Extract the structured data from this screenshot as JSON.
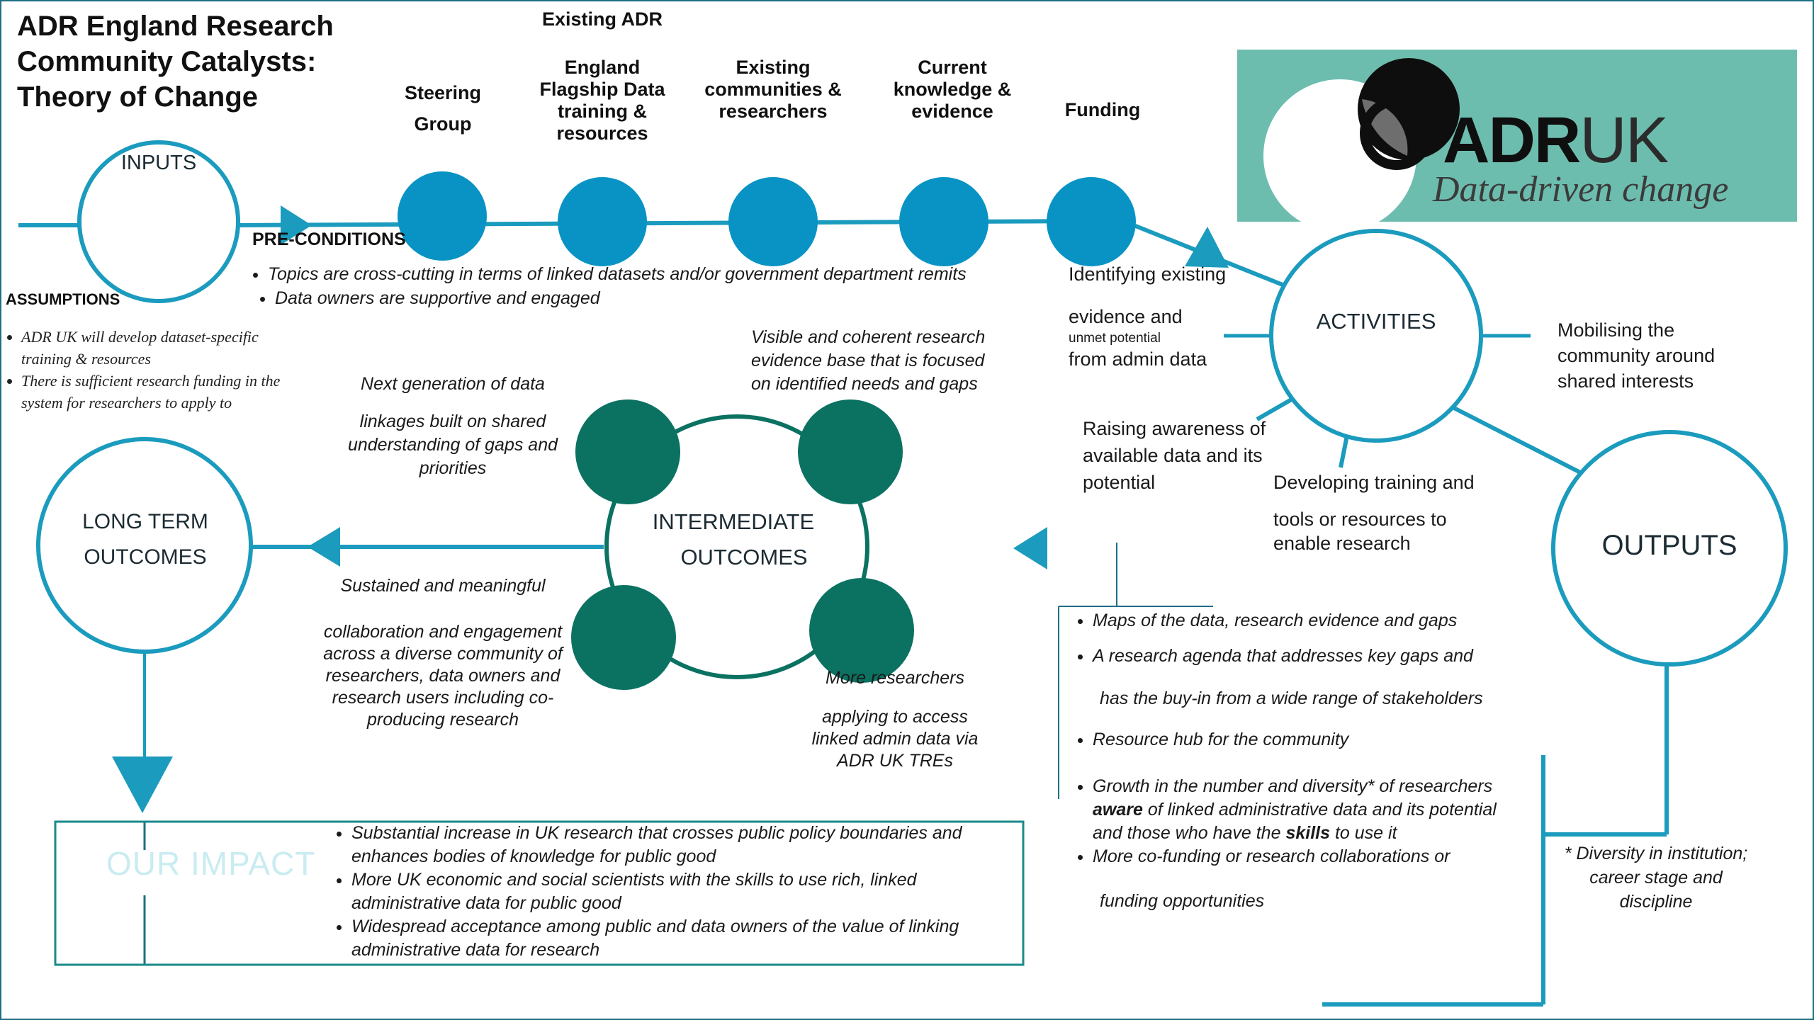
{
  "title": "ADR England Research Community Catalysts: Theory of Change",
  "inputs": {
    "label": "INPUTS",
    "items": [
      {
        "label": "Steering Group"
      },
      {
        "label_top": "Existing ADR",
        "label": "England Flagship Data training & resources"
      },
      {
        "label": "Existing communities & researchers"
      },
      {
        "label": "Current knowledge & evidence"
      },
      {
        "label": "Funding"
      }
    ]
  },
  "preconditions": {
    "heading": "PRE-CONDITIONS",
    "items": [
      "Topics are cross-cutting in terms of linked datasets and/or government department remits",
      "Data owners are supportive and engaged"
    ]
  },
  "assumptions": {
    "heading": "ASSUMPTIONS",
    "items": [
      "ADR UK will develop dataset-specific training & resources",
      "There is sufficient research funding in the system for researchers to apply to"
    ]
  },
  "logo": {
    "brand_bold": "ADR",
    "brand_light": "UK",
    "tagline": "Data-driven change"
  },
  "activities": {
    "label": "ACTIVITIES",
    "items": {
      "identifying_1": "Identifying existing",
      "identifying_2": "evidence and",
      "identifying_3": "unmet potential",
      "identifying_4": "from admin data",
      "mobilising": "Mobilising the community around shared interests",
      "raising": "Raising awareness of available data and its potential",
      "developing_1": "Developing training and",
      "developing_2": "tools or resources to enable research"
    }
  },
  "outputs": {
    "label": "OUTPUTS",
    "items": [
      "Maps of the data, research evidence and gaps",
      "A research agenda that addresses key gaps and",
      "has the buy-in from a wide range of stakeholders",
      "Resource hub for the community",
      "Growth in the number and diversity* of researchers",
      "aware",
      "of linked administrative data and its potential and those who have the",
      "skills",
      "to use it",
      "More co-funding or research collaborations or",
      "funding opportunities"
    ],
    "footnote": "* Diversity in institution; career stage and discipline"
  },
  "intermediate": {
    "label_1": "INTERMEDIATE",
    "label_2": "OUTCOMES",
    "visible": "Visible and coherent research evidence base that is focused on identified needs and gaps",
    "next_gen_1": "Next generation of data",
    "next_gen_2": "linkages built on shared understanding of gaps and priorities",
    "sustained_1": "Sustained and meaningful",
    "sustained_2": "collaboration and engagement across a diverse community of researchers, data owners and research users including co-producing research",
    "more_1": "More researchers",
    "more_2": "applying to access linked admin data via ADR UK TREs"
  },
  "long_term": {
    "label_1": "LONG TERM",
    "label_2": "OUTCOMES"
  },
  "impact": {
    "label": "OUR IMPACT",
    "items": [
      "Substantial increase in UK research that crosses public policy boundaries and enhances bodies of knowledge for public good",
      "More UK economic and social scientists with the skills to use rich, linked administrative data for public good",
      "Widespread acceptance among public and data owners of the value of linking administrative data for research"
    ]
  },
  "colors": {
    "teal_line": "#1b9bbd",
    "input_dot": "#0893c4",
    "outcome_dot": "#0b7262",
    "logo_bg": "#6dbdaf"
  }
}
